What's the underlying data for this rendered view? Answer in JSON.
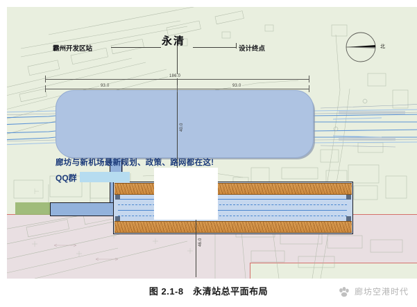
{
  "figure": {
    "caption": "图 2.1-8　永清站总平面布局",
    "background_color": "#e9efdf"
  },
  "compass": {
    "name": "compass-rose",
    "label": "北"
  },
  "labels": {
    "station_name": "永清",
    "left_callout": "霸州开发区站",
    "right_callout": "设计终点"
  },
  "dimensions": {
    "total": "186.0",
    "left_half": "93.0",
    "right_half": "93.0",
    "vertical_stem": "46.0",
    "vertical_hall": "40.0"
  },
  "station": {
    "hall_fill": "#aec3e2",
    "platform_fill": "#d79a51",
    "outline": "#1a1a22",
    "track_color": "#4a86cf"
  },
  "zones": {
    "planning_boundary_color": "#d4706a",
    "planning_zone_color": "#e9dfe2",
    "green_strip_color": "#93b36a"
  },
  "watermark": {
    "line1": "廊坊与新机场最新规划、政策、路网都在这!",
    "line2": "QQ群",
    "redacted": "",
    "color": "#1b3a7a"
  },
  "brand": {
    "text": "廊坊空港时代",
    "icon": "paw-logo-icon"
  }
}
